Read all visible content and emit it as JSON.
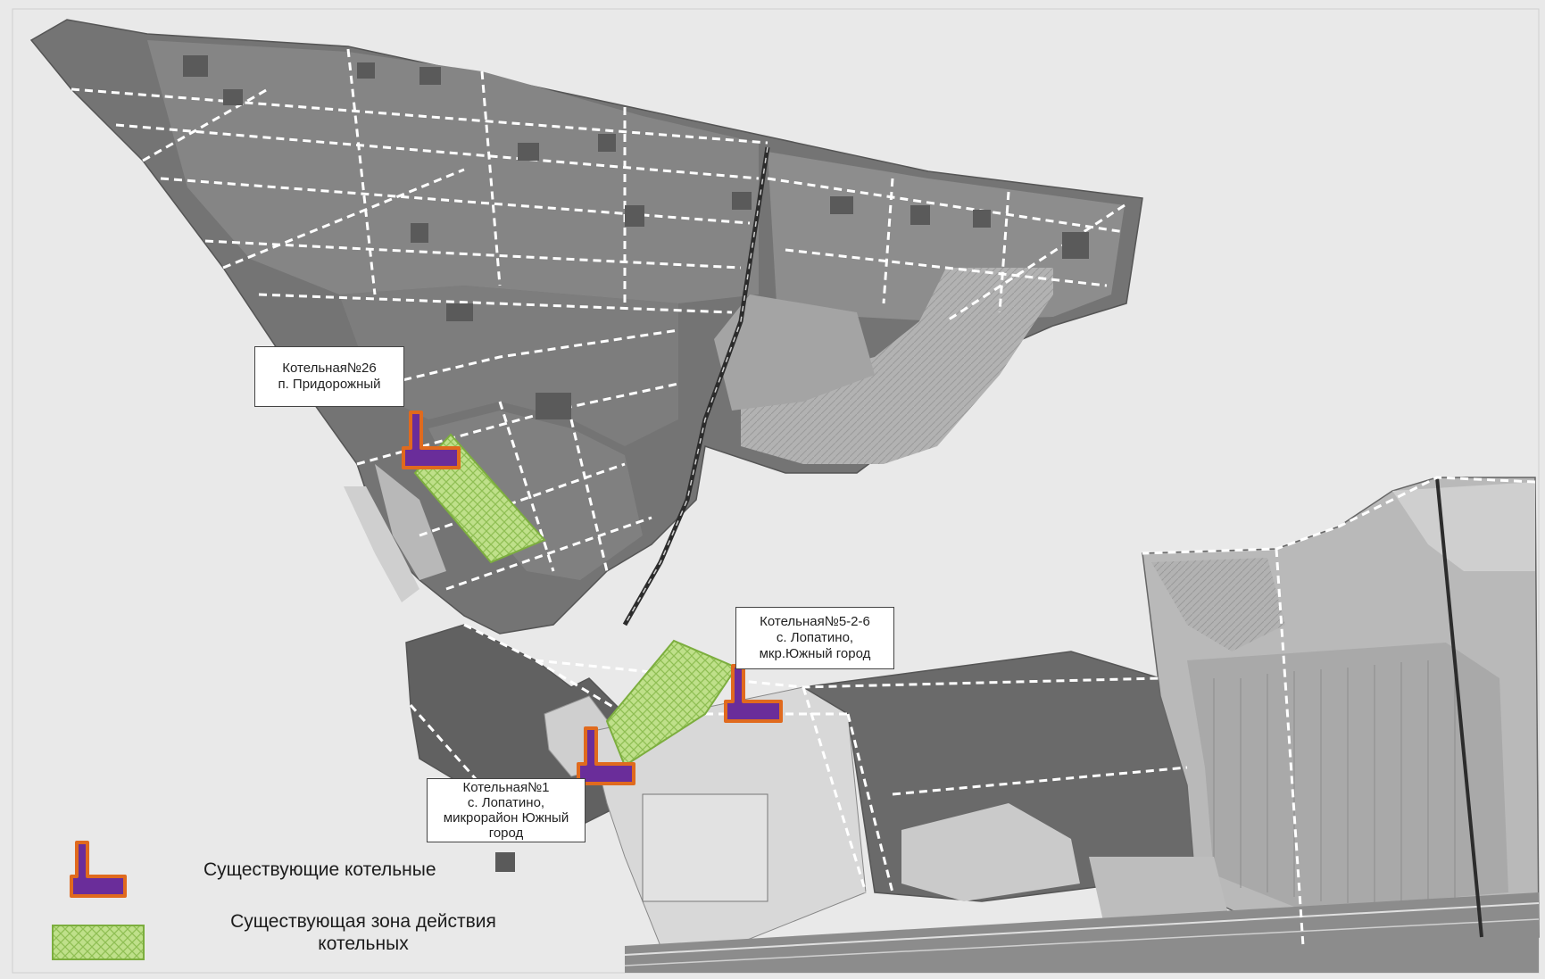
{
  "colors": {
    "page_background": "#e9e9e9",
    "territory_dark": "#6e6e6e",
    "territory_mid": "#8a8a8a",
    "territory_light": "#b5b5b5",
    "road_line": "#ffffff",
    "boiler_fill": "#6a2d9a",
    "boiler_outline": "#e06a1e",
    "zone_fill": "#bfe08a",
    "zone_outline": "#7cae3e"
  },
  "map": {
    "boilers": [
      {
        "icon": "factory-chimney-icon",
        "lines": [
          "Котельная№26",
          "п. Придорожный"
        ]
      },
      {
        "icon": "factory-chimney-icon",
        "lines": [
          "Котельная№5-2-6",
          "с. Лопатино,",
          "мкр.Южный город"
        ]
      },
      {
        "icon": "factory-chimney-icon",
        "lines": [
          "Котельная№1",
          "с. Лопатино,",
          "микрорайон Южный",
          "город"
        ]
      }
    ]
  },
  "legend": {
    "items": [
      {
        "icon": "factory-chimney-icon",
        "label": "Существующие котельные"
      },
      {
        "icon": "hatched-zone-icon",
        "label_line1": "Существующая зона действия",
        "label_line2": "котельных"
      }
    ]
  }
}
